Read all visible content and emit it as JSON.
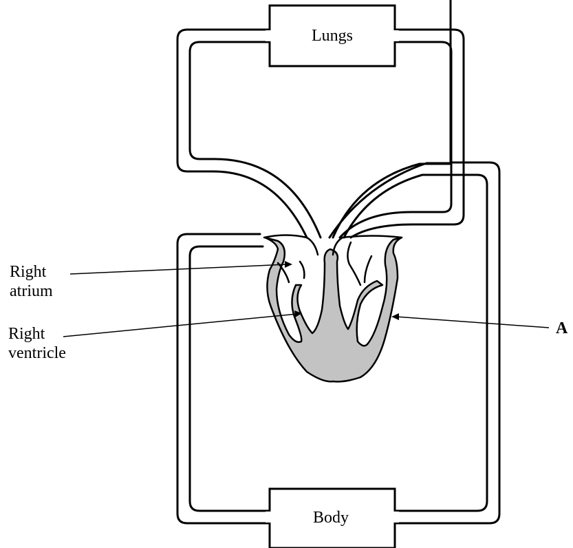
{
  "organs": {
    "lungs": "Lungs",
    "body": "Body"
  },
  "labels": {
    "right_atrium_line1": "Right",
    "right_atrium_line2": "atrium",
    "right_ventricle_line1": "Right",
    "right_ventricle_line2": "ventricle",
    "a": "A"
  },
  "colors": {
    "heart_muscle": "#c3c3c3",
    "outline": "#000000",
    "background": "#ffffff"
  }
}
